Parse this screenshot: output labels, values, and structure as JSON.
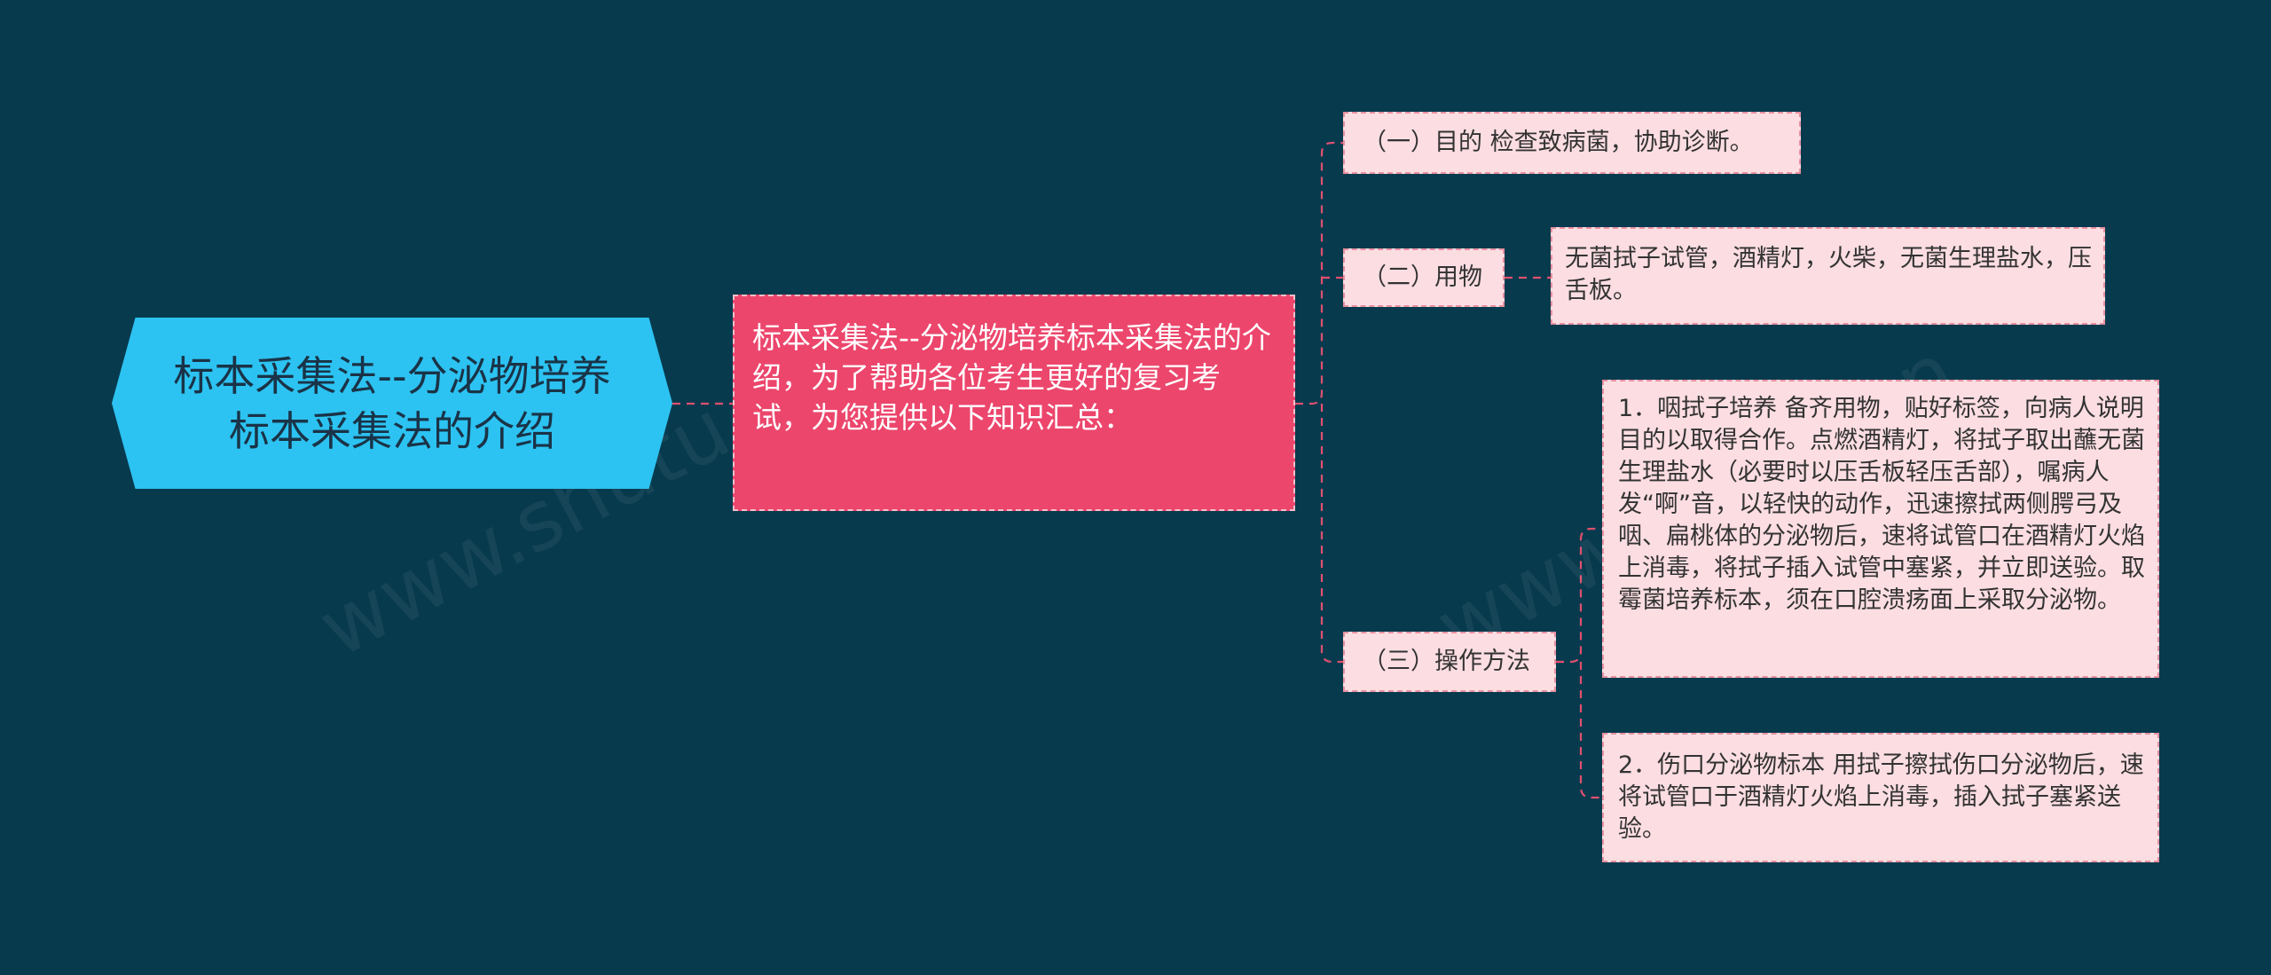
{
  "root": {
    "label": "标本采集法--分泌物培养标本采集法的介绍"
  },
  "main": {
    "label": "标本采集法--分泌物培养标本采集法的介绍，为了帮助各位考生更好的复习考试，为您提供以下知识汇总："
  },
  "branches": [
    {
      "label": "（一）目的 检查致病菌，协助诊断。"
    },
    {
      "label": "（二）用物",
      "details": [
        "无菌拭子试管，酒精灯，火柴，无菌生理盐水，压舌板。"
      ]
    },
    {
      "label": "（三）操作方法",
      "details": [
        "1．咽拭子培养 备齐用物，贴好标签，向病人说明目的以取得合作。点燃酒精灯，将拭子取出蘸无菌生理盐水（必要时以压舌板轻压舌部），嘱病人发“啊”音，以轻快的动作，迅速擦拭两侧腭弓及咽、扁桃体的分泌物后，速将试管口在酒精灯火焰上消毒，将拭子插入试管中塞紧，并立即送验。取霉菌培养标本，须在口腔溃疡面上采取分泌物。",
        "2．伤口分泌物标本 用拭子擦拭伤口分泌物后，速将试管口于酒精灯火焰上消毒，插入拭子塞紧送验。"
      ]
    }
  ],
  "watermark": "www.shutu.cn",
  "colors": {
    "background": "#083a4e",
    "root": "#2cc3f2",
    "main": "#ec466c",
    "leaf": "#fbdde2",
    "connector": "#e0506e"
  }
}
